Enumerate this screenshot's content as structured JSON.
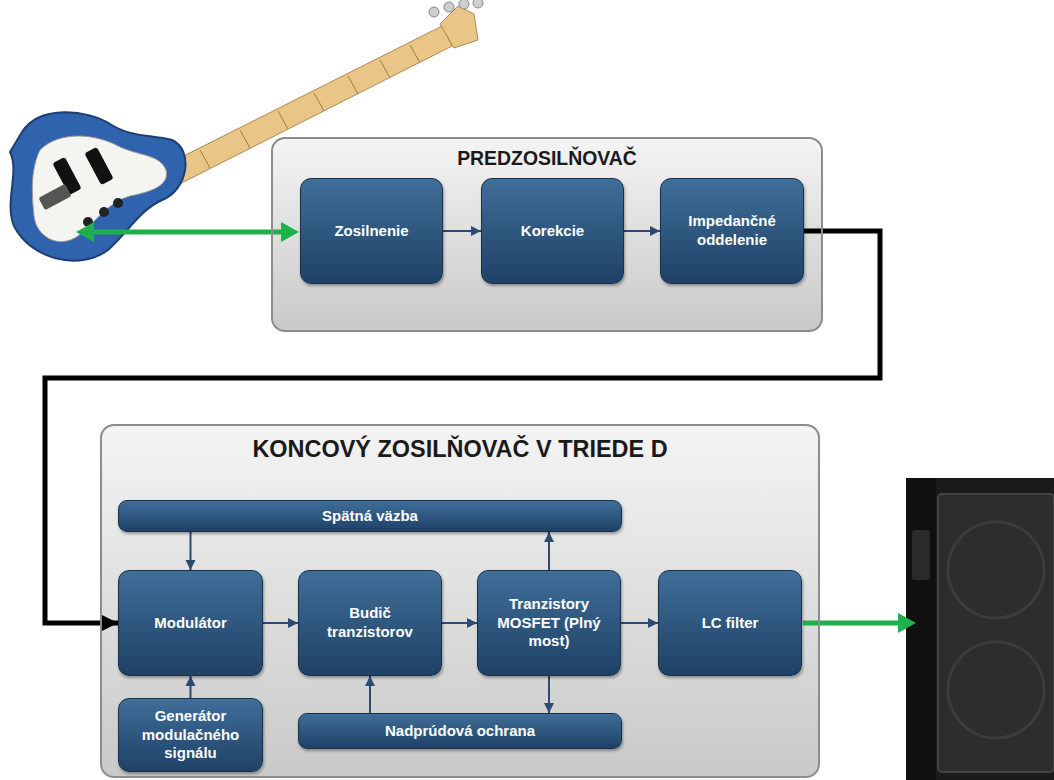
{
  "diagram": {
    "nodes": [
      {
        "text": [
          "PREDZOSILŇOVAČ"
        ]
      },
      {
        "text": [
          "Zosilnenie"
        ],
        "in": 0
      },
      {
        "text": [
          "Korekcie"
        ],
        "in": 0
      },
      {
        "text": [
          "Impedančné oddelenie"
        ],
        "in": 0
      },
      {
        "text": [
          "KONCOVÝ ZOSILŇOVAČ V TRIEDE D"
        ]
      },
      {
        "text": [
          "Spätná väzba"
        ],
        "in": 4
      },
      {
        "text": [
          "Modulátor"
        ],
        "in": 4
      },
      {
        "text": [
          "Budič tranzistorov"
        ],
        "in": 4
      },
      {
        "text": [
          "Tranzistory MOSFET (Plný most)"
        ],
        "in": 4
      },
      {
        "text": [
          "LC filter"
        ],
        "in": 4
      },
      {
        "text": [
          "Generátor modulačného signálu"
        ],
        "in": 4
      },
      {
        "text": [
          "Nadprúdová ochrana"
        ],
        "in": 4
      }
    ],
    "edges": [
      {
        "from": 1,
        "to": 2,
        "arrow": "to"
      },
      {
        "from": 2,
        "to": 3,
        "arrow": "to"
      },
      {
        "from": 3,
        "to": 6,
        "arrow": "to"
      },
      {
        "from": 5,
        "to": 6,
        "arrow": "to"
      },
      {
        "from": 10,
        "to": 6,
        "arrow": "to"
      },
      {
        "from": 6,
        "to": 7,
        "arrow": "to"
      },
      {
        "from": 7,
        "to": 8,
        "arrow": "to"
      },
      {
        "from": 8,
        "to": 5,
        "arrow": "to"
      },
      {
        "from": 11,
        "to": 7,
        "arrow": "to"
      },
      {
        "from": 8,
        "to": 11,
        "arrow": "to"
      },
      {
        "from": 8,
        "to": 9,
        "arrow": "to"
      }
    ]
  }
}
